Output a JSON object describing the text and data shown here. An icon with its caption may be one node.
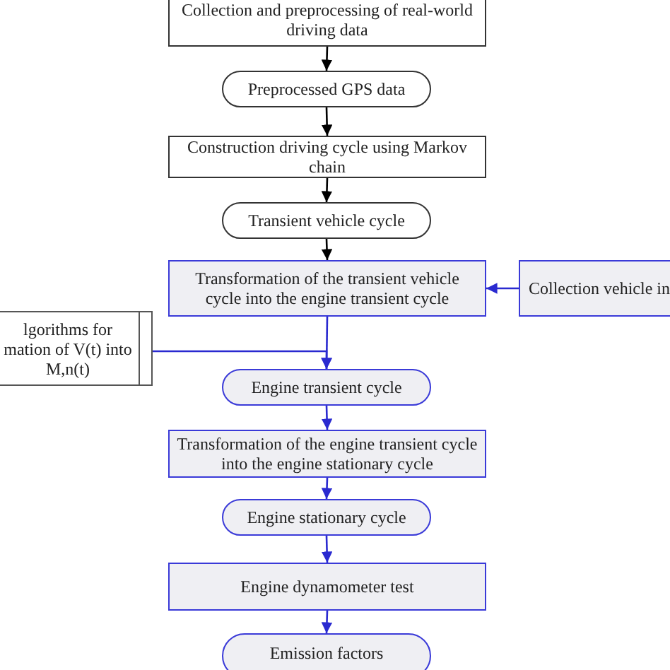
{
  "diagram": {
    "nodes": [
      {
        "text": [
          "Collection and preprocessing of real-world driving data"
        ]
      },
      {
        "text": [
          "Preprocessed GPS data"
        ]
      },
      {
        "text": [
          "Construction driving cycle using Markov chain"
        ]
      },
      {
        "text": [
          "Transient vehicle cycle"
        ]
      },
      {
        "text": [
          "Transformation of the transient vehicle cycle into the engine transient cycle"
        ]
      },
      {
        "text": [
          "Collection vehicle in"
        ]
      },
      {
        "text": [
          "lgorithms for mation of V(t) into M,n(t)"
        ]
      },
      {
        "text": [
          "Engine transient cycle"
        ]
      },
      {
        "text": [
          "Transformation of the engine transient cycle into the engine stationary cycle"
        ]
      },
      {
        "text": [
          "Engine stationary cycle"
        ]
      },
      {
        "text": [
          "Engine dynamometer test"
        ]
      },
      {
        "text": [
          "Emission factors"
        ]
      }
    ],
    "edges": [
      {
        "from": 0,
        "to": 1,
        "arrow": "to",
        "color": "#000000"
      },
      {
        "from": 1,
        "to": 2,
        "arrow": "to",
        "color": "#000000"
      },
      {
        "from": 2,
        "to": 3,
        "arrow": "to",
        "color": "#000000"
      },
      {
        "from": 3,
        "to": 4,
        "arrow": "to",
        "color": "#000000"
      },
      {
        "from": 5,
        "to": 4,
        "arrow": "to"
      },
      {
        "from": 4,
        "to": 7,
        "arrow": "to"
      },
      {
        "from": 6,
        "to": 7,
        "arrow": "to"
      },
      {
        "from": 7,
        "to": 8,
        "arrow": "to"
      },
      {
        "from": 8,
        "to": 9,
        "arrow": "to"
      },
      {
        "from": 9,
        "to": 10,
        "arrow": "to"
      },
      {
        "from": 10,
        "to": 11,
        "arrow": "to"
      }
    ]
  }
}
